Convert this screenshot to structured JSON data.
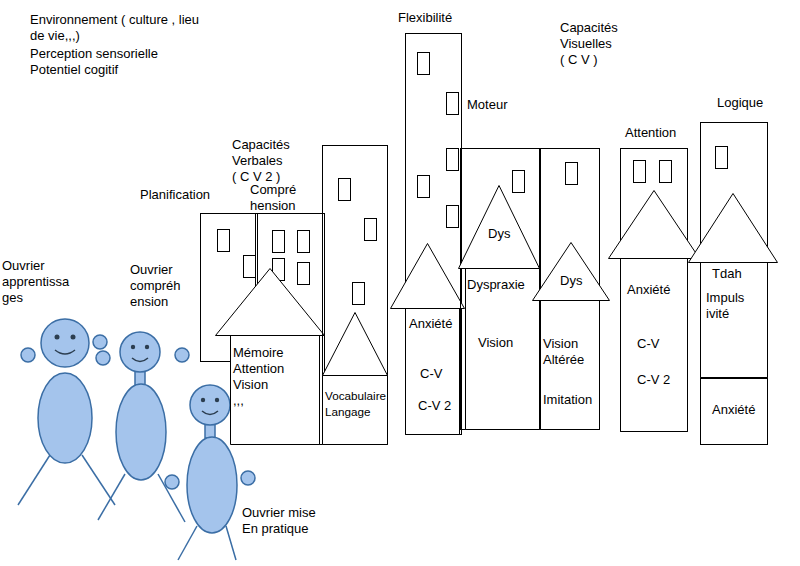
{
  "diagram": {
    "nodes": [
      {
        "text": [
          "Planification"
        ]
      },
      {
        "text": [
          "Compré hension"
        ]
      },
      {
        "text": [
          "Mémoire Attention Vision ,,,"
        ]
      },
      {
        "text": [
          "Capacités Verbales ( C V 2 )"
        ]
      },
      {
        "text": [
          "Vocabulaire Langage"
        ],
        "in": 3
      },
      {
        "text": [
          "Flexibilité"
        ]
      },
      {
        "text": [
          "Anxiété",
          "C-V",
          "C-V 2"
        ],
        "in": 5
      },
      {
        "text": [
          "Moteur"
        ]
      },
      {
        "text": [
          "Dys",
          "Dyspraxie",
          "Vision"
        ],
        "in": 7
      },
      {
        "text": [
          "Capacités Visuelles ( C V )"
        ]
      },
      {
        "text": [
          "Dys",
          "Vision Altérée",
          "Imitation"
        ],
        "in": 9
      },
      {
        "text": [
          "Attention"
        ]
      },
      {
        "text": [
          "Anxiété",
          "C-V",
          "C-V 2"
        ],
        "in": 11
      },
      {
        "text": [
          "Logique"
        ]
      },
      {
        "text": [
          "Tdah",
          "Impuls ivité"
        ],
        "in": 13
      },
      {
        "text": [
          "Anxiété"
        ],
        "in": 13
      }
    ],
    "labels": [
      "Environnement ( culture , lieu de vie,,,)",
      "Perception sensorielle",
      "Potentiel cogitif",
      "Ouvrier apprentissa ges",
      "Ouvrier compréh ension",
      "Ouvrier mise En pratique"
    ]
  }
}
